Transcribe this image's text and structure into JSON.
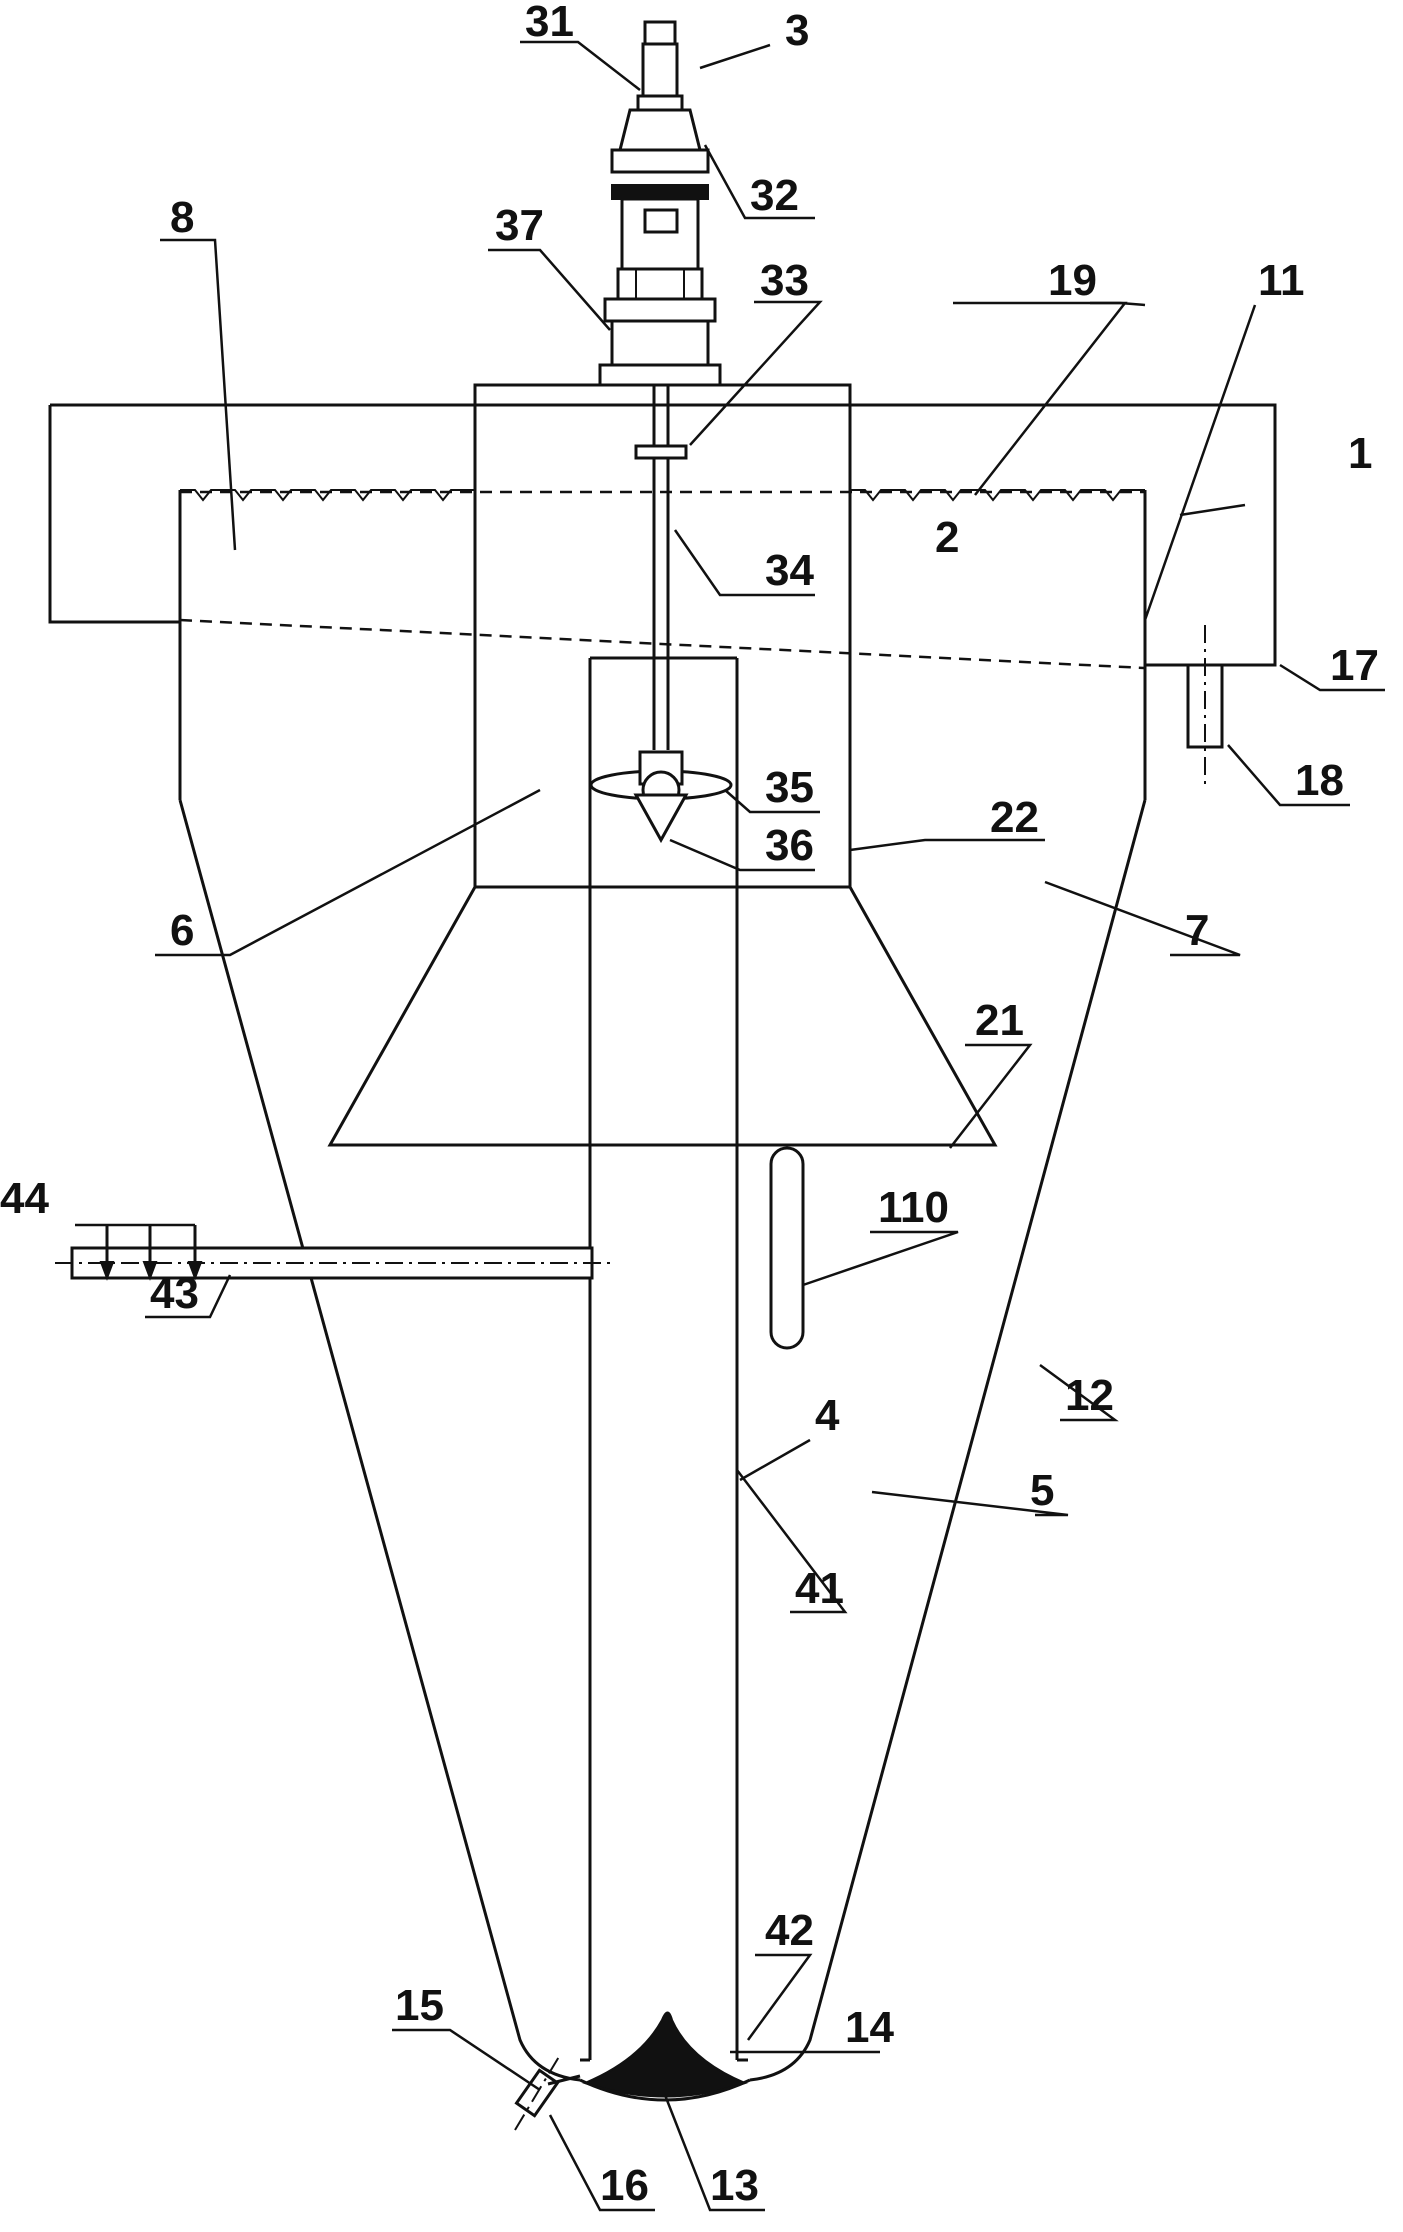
{
  "labels": {
    "l1": "1",
    "l2": "2",
    "l3": "3",
    "l4": "4",
    "l5": "5",
    "l6": "6",
    "l7": "7",
    "l8": "8",
    "l11": "11",
    "l12": "12",
    "l13": "13",
    "l14": "14",
    "l15": "15",
    "l16": "16",
    "l17": "17",
    "l18": "18",
    "l19": "19",
    "l21": "21",
    "l22": "22",
    "l31": "31",
    "l32": "32",
    "l33": "33",
    "l34": "34",
    "l35": "35",
    "l36": "36",
    "l37": "37",
    "l41": "41",
    "l42": "42",
    "l43": "43",
    "l44": "44",
    "l110": "110"
  },
  "colors": {
    "line": "#111111",
    "background": "#ffffff"
  }
}
